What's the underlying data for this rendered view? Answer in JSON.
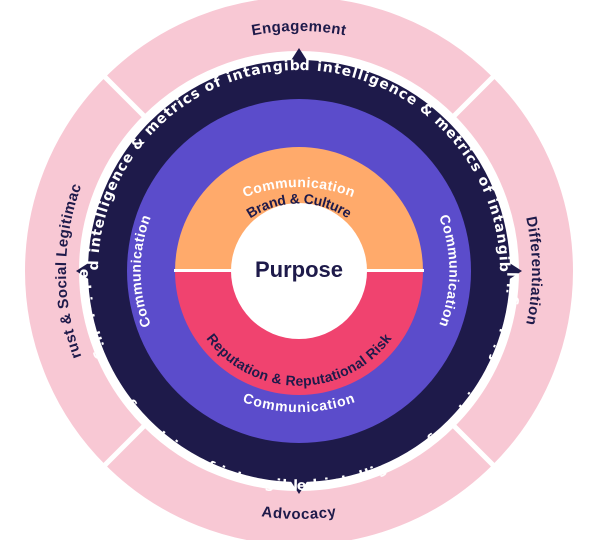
{
  "outer_ring": {
    "top": "Engagement",
    "right": "Differentiation",
    "bottom": "Advocacy",
    "left": "Trust & Social Legitimacy"
  },
  "dark_ring": {
    "upper_left": "Connected intelligence & metrics of intangible assets",
    "upper_right": "Connected intelligence & metrics of intangible assets",
    "lower_right": "Connected intelligence & metrics of intangible assets",
    "lower_left": "Connected intelligence & metrics of intangible assets"
  },
  "communication_ring": {
    "top": "Communication",
    "right": "Communication",
    "bottom": "Communication",
    "left": "Communication"
  },
  "inner_ring": {
    "top": "Brand & Culture",
    "bottom": "Reputation & Reputational Risk"
  },
  "center": "Purpose",
  "colors": {
    "outer_ring": "#f8c8d4",
    "dark_ring": "#1e1a4a",
    "communication_ring": "#5b4ccb",
    "brand_culture": "#ffaa6b",
    "reputation_risk": "#f0436f",
    "center": "#ffffff",
    "text_dark": "#1e1a4a"
  }
}
